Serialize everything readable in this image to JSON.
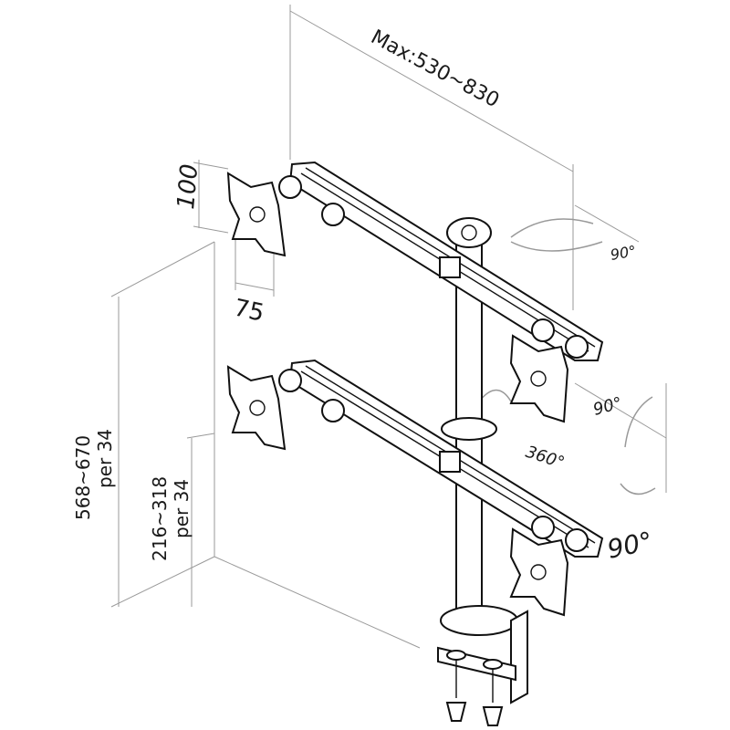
{
  "labels": {
    "max_width": "Max:530~830",
    "vesa_height": "100",
    "vesa_width": "75",
    "tilt_top": "90°",
    "tilt_mid": "90°",
    "rotate": "360°",
    "rotate_bottom": "90°",
    "height_total_1": "568~670",
    "height_total_2": "per 34",
    "height_lower_1": "216~318",
    "height_lower_2": "per 34"
  },
  "colors": {
    "line": "#111111",
    "dimension": "#9a9a9a"
  }
}
